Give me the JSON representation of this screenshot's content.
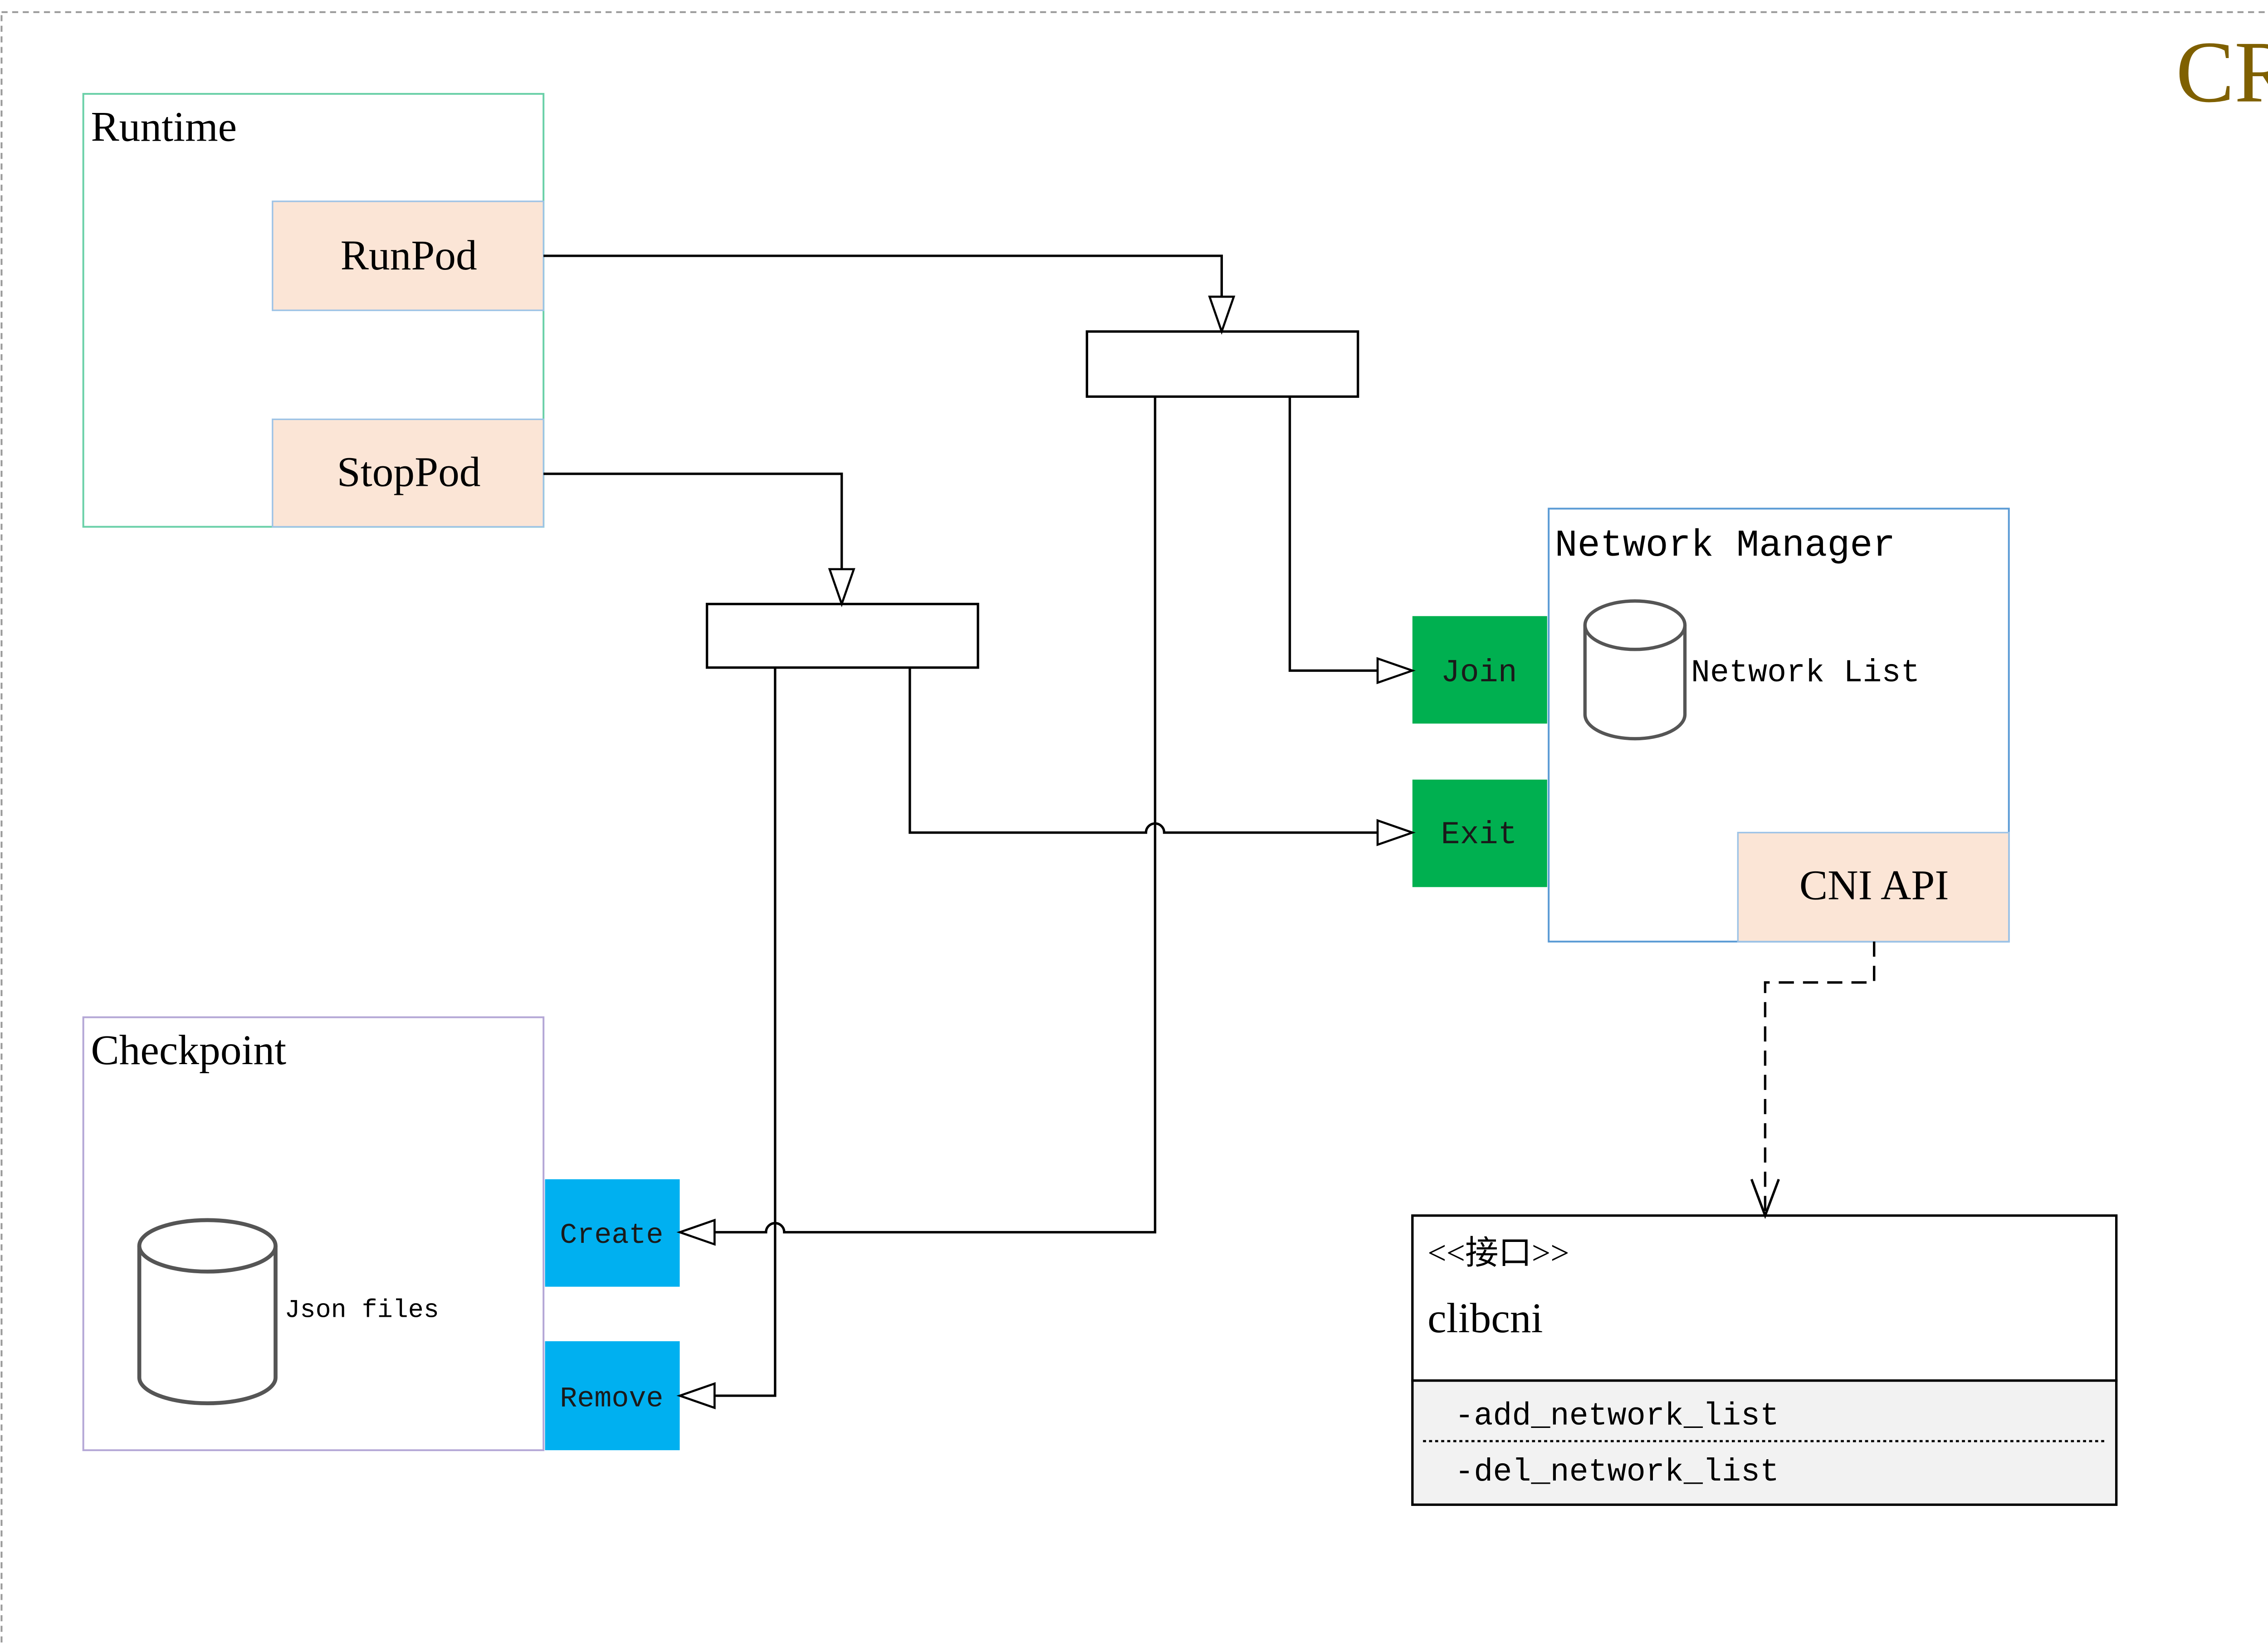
{
  "title": "CRI",
  "runtime": {
    "label": "Runtime",
    "run_pod": "RunPod",
    "stop_pod": "StopPod"
  },
  "network_manager": {
    "label": "Network Manager",
    "network_list": "Network List",
    "cni_api": "CNI API",
    "join": "Join",
    "exit": "Exit"
  },
  "checkpoint": {
    "label": "Checkpoint",
    "json_files": "Json files",
    "create": "Create",
    "remove": "Remove"
  },
  "clibcni": {
    "stereotype": "<<接口>>",
    "name": "clibcni",
    "methods": [
      "-add_network_list",
      "-del_network_list"
    ]
  },
  "colors": {
    "title": "#7f6000",
    "method_box_fill": "#fbe5d6",
    "join_exit_fill": "#00b050",
    "create_remove_fill": "#00b0f0",
    "runtime_border": "#6ad0a8",
    "network_manager_border": "#5b9bd5",
    "checkpoint_border": "#b4a7d6",
    "interface_methods_fill": "#f2f2f2"
  }
}
